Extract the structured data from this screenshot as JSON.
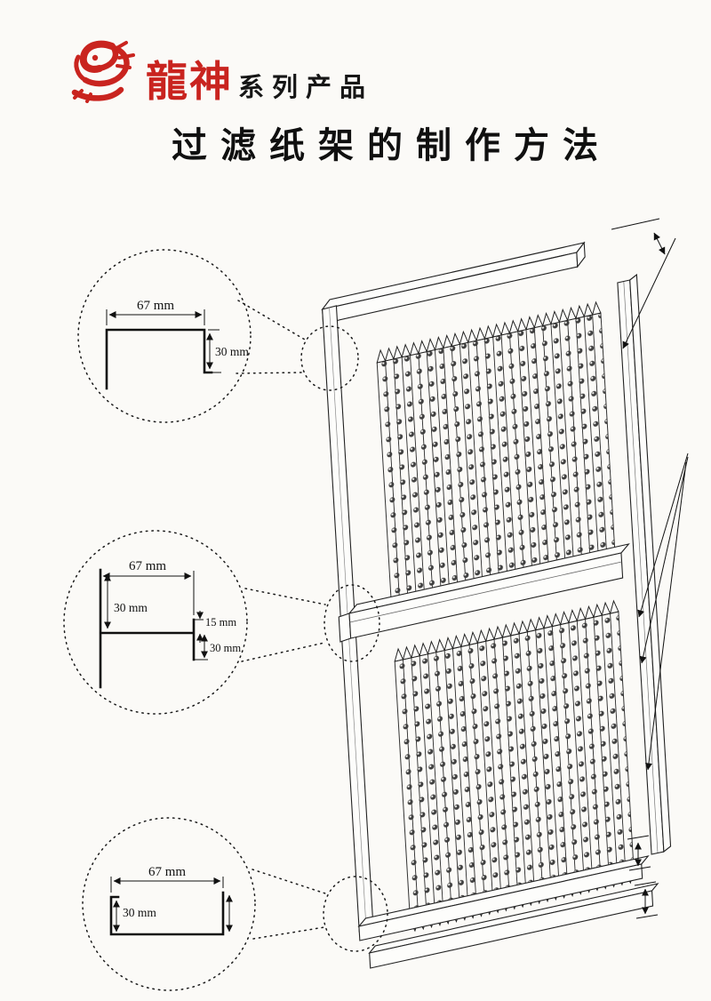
{
  "header": {
    "brand": "龍神",
    "series": "系列产品",
    "title": "过滤纸架的制作方法"
  },
  "details": {
    "top": {
      "width": "67 mm",
      "height": "30 mm"
    },
    "middle": {
      "width": "67 mm",
      "upper": "30 mm",
      "lip": "15 mm",
      "lower": "30 mm"
    },
    "bottom": {
      "width": "67 mm",
      "height": "30 mm"
    }
  },
  "colors": {
    "brand_red": "#c9241f",
    "ink": "#111111"
  }
}
